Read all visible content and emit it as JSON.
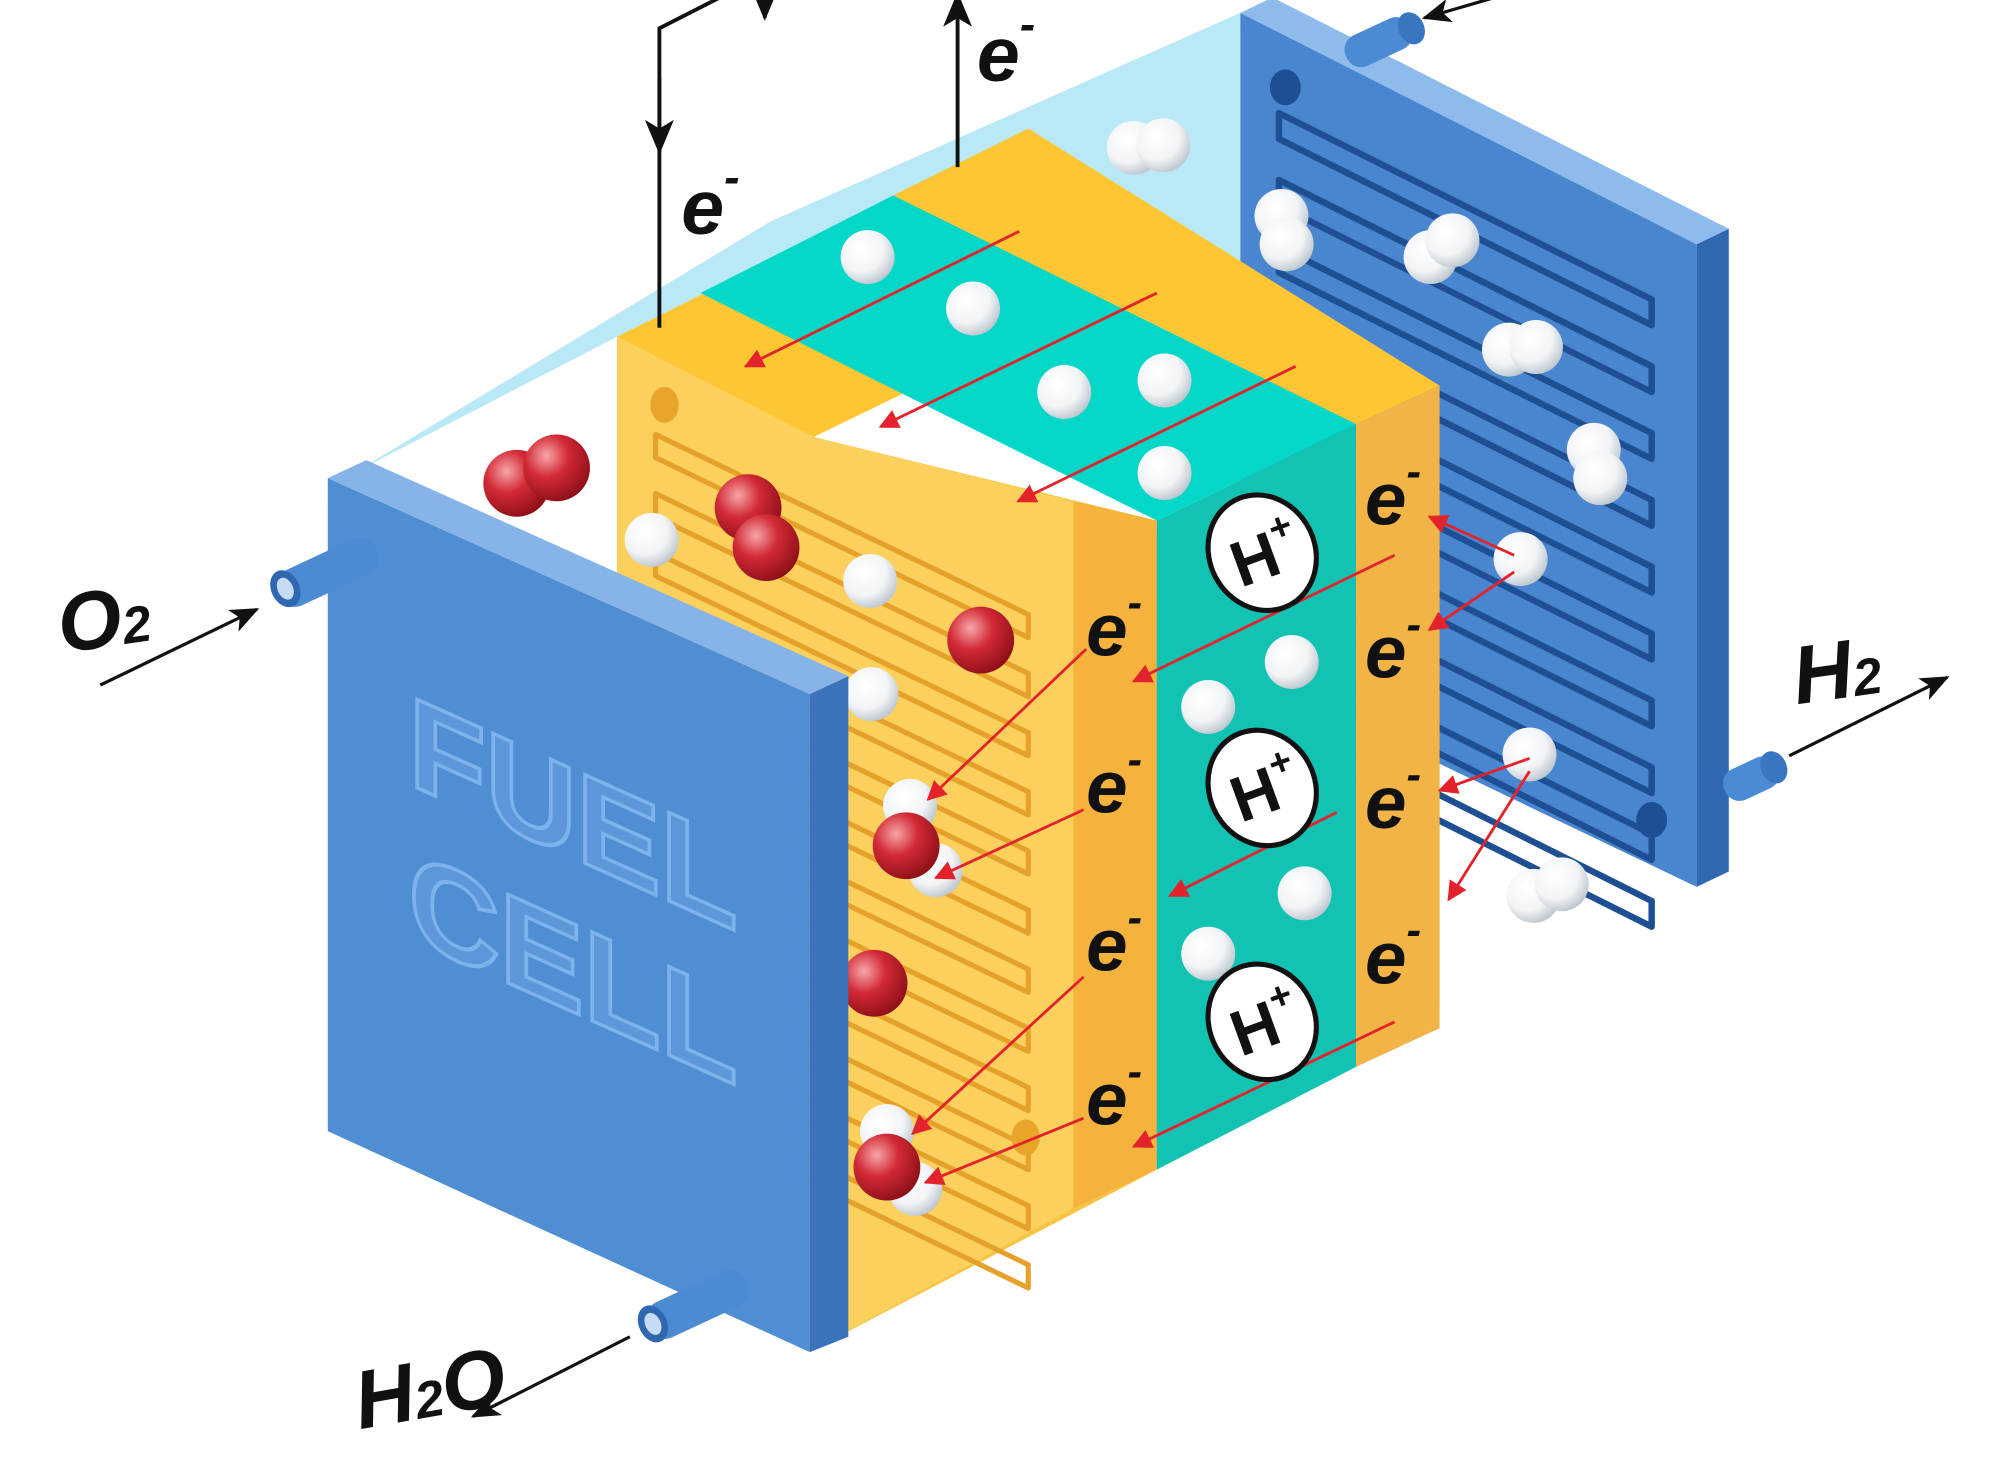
{
  "diagram": {
    "panel_text": {
      "line1": "FUEL",
      "line2": "CELL"
    },
    "ports": {
      "oxygen_in": {
        "main": "O",
        "sub": "2"
      },
      "hydrogen": {
        "main": "H",
        "sub": "2"
      },
      "water_out": {
        "main": "H",
        "sub": "2",
        "tail": "O"
      }
    },
    "electron": {
      "symbol": "e",
      "sup": "-"
    },
    "proton": {
      "symbol": "H",
      "sup": "+"
    },
    "colors": {
      "panel_blue": "#4f8ed3",
      "panel_side": "#3b74bd",
      "cathode_yellow": "#f6c33d",
      "anode_orange": "#f2b446",
      "electrolyte_teal": "#14c7b5",
      "cyan_floor": "#19d1ef",
      "oxygen_red": "#c8202c",
      "hydrogen_white": "#ffffff",
      "arrow_red": "#e3222b"
    }
  }
}
